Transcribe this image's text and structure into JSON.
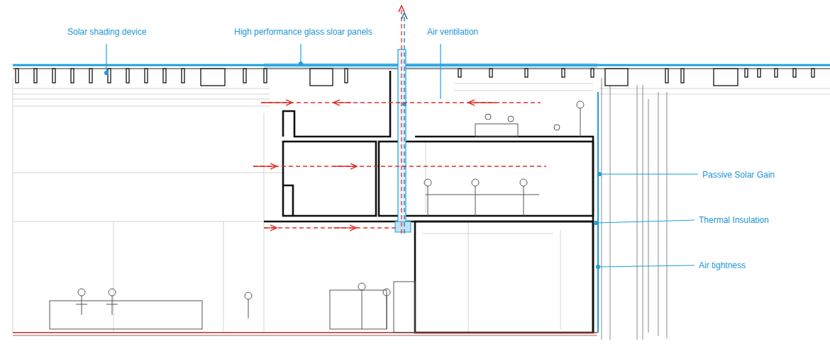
{
  "diagram": {
    "labels": [
      "Solar shading device",
      "High performance glass sloar panels",
      "Air ventilation",
      "Passive Solar Gain",
      "Thermal Insulation",
      "Air tightness"
    ]
  }
}
